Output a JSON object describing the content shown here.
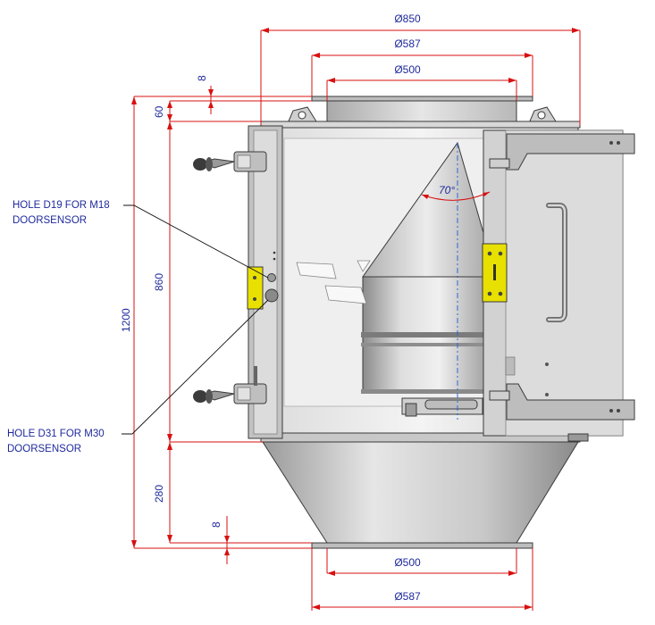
{
  "dimensions": {
    "top_outer_diameter": "Ø850",
    "top_flange_diameter": "Ø587",
    "top_inlet_diameter": "Ø500",
    "top_flange_thickness": "8",
    "top_section_height": "60",
    "total_height": "1200",
    "door_height": "860",
    "hopper_height": "280",
    "bottom_flange_thickness": "8",
    "bottom_outlet_diameter": "Ø500",
    "bottom_flange_diameter": "Ø587",
    "cone_angle": "70°"
  },
  "notes": {
    "upper_sensor_line1": "HOLE D19 FOR M18",
    "upper_sensor_line2": "DOORSENSOR",
    "lower_sensor_line1": "HOLE D31 FOR M30",
    "lower_sensor_line2": "DOORSENSOR"
  },
  "colors": {
    "dimension_line": "#d81010",
    "dimension_text": "#1f2a9c",
    "sensor_plate": "#e8e000",
    "steel": "#c9c9c9"
  }
}
